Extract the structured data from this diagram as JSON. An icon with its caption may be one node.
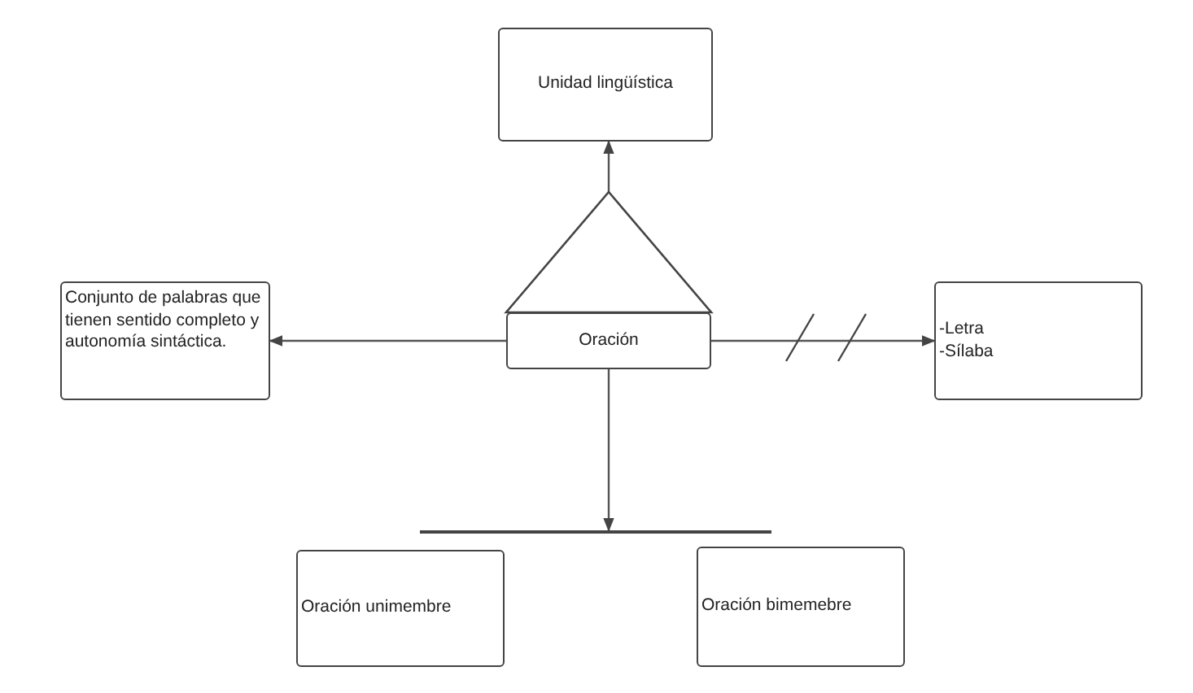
{
  "diagram": {
    "nodes": [
      {
        "text": [
          "Unidad lingüística"
        ]
      },
      {
        "text": [],
        "shape": "triangle"
      },
      {
        "text": [
          "Conjunto de palabras que tienen sentido completo y autonomía sintáctica."
        ]
      },
      {
        "text": [
          "Oración"
        ]
      },
      {
        "text": [
          "-Letra",
          "-Sílaba"
        ]
      },
      {
        "text": [],
        "shape": "bar"
      },
      {
        "text": [
          "Oración unimembre"
        ]
      },
      {
        "text": [
          "Oración bimemebre"
        ]
      }
    ],
    "edges": [
      {
        "from": 1,
        "to": 0,
        "arrow": "to"
      },
      {
        "from": 3,
        "to": 2,
        "arrow": "to"
      },
      {
        "from": 3,
        "to": 4,
        "arrow": "to"
      },
      {
        "from": 3,
        "to": 5,
        "arrow": "to"
      }
    ]
  }
}
